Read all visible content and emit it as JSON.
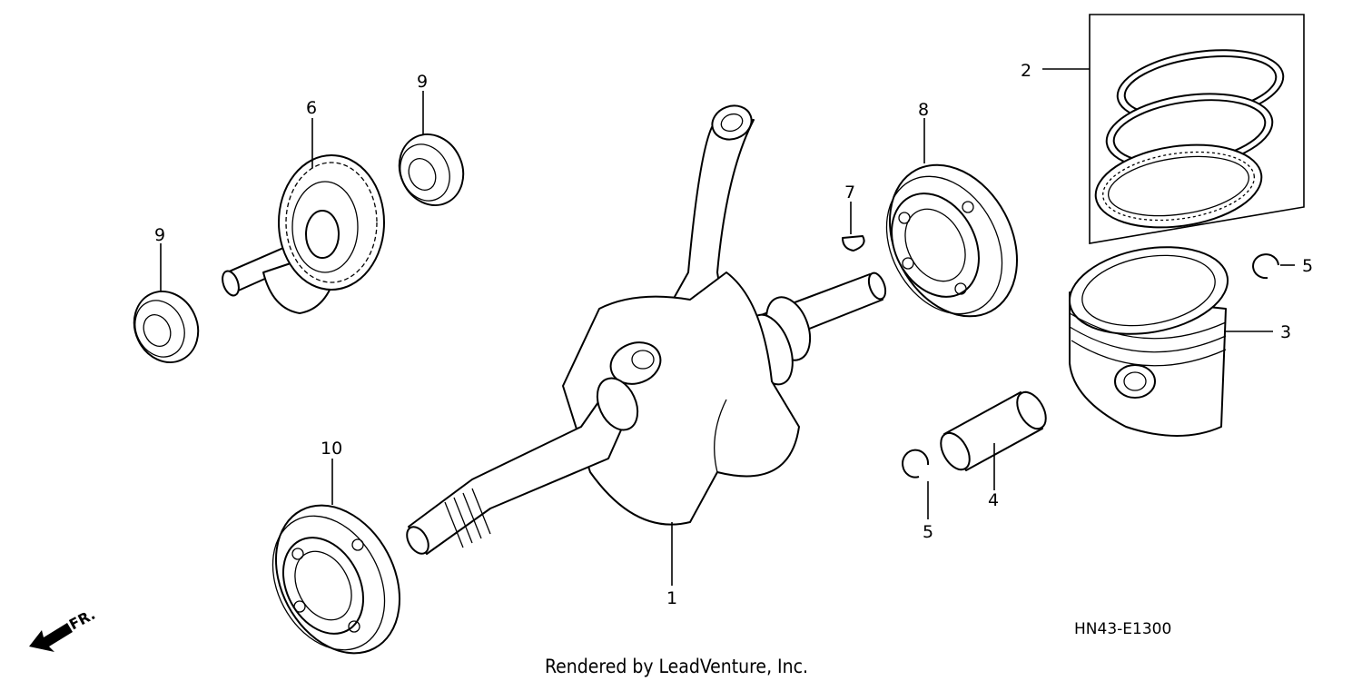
{
  "diagram": {
    "callouts": [
      {
        "id": "c1",
        "label": "1"
      },
      {
        "id": "c2",
        "label": "2"
      },
      {
        "id": "c3",
        "label": "3"
      },
      {
        "id": "c4",
        "label": "4"
      },
      {
        "id": "c5a",
        "label": "5"
      },
      {
        "id": "c5b",
        "label": "5"
      },
      {
        "id": "c6",
        "label": "6"
      },
      {
        "id": "c7",
        "label": "7"
      },
      {
        "id": "c8",
        "label": "8"
      },
      {
        "id": "c9a",
        "label": "9"
      },
      {
        "id": "c9b",
        "label": "9"
      },
      {
        "id": "c10",
        "label": "10"
      }
    ],
    "diagram_code": "HN43-E1300",
    "front_indicator": "FR.",
    "credit": "Rendered by LeadVenture, Inc."
  }
}
